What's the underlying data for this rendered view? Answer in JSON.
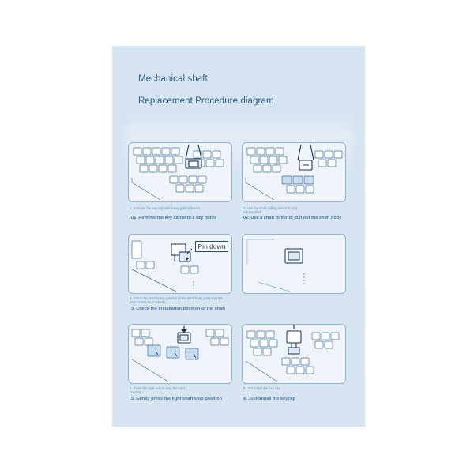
{
  "title": {
    "line1": "Mechanical shaft",
    "line2": "Replacement Procedure diagram"
  },
  "steps": [
    {
      "caption_small": "1. Remove the key cap with a key pulling device",
      "caption_main": "01. Remove the key cap with a key puller"
    },
    {
      "caption_small": "2. Use the shaft pulling device to pull out the shaft",
      "caption_main": "02. Use a shaft puller to pull out the shaft body"
    },
    {
      "caption_small": "3. Check the installation position of the shaft body (note that the pins cannot be crooked)",
      "caption_main": "3. Check the installation position of the shaft",
      "callout": "Pin down"
    },
    {
      "caption_small": "",
      "caption_main": ""
    },
    {
      "caption_small": "5. Press the light axis to stop the card position",
      "caption_main": "5. Gently press the light shaft stop position"
    },
    {
      "caption_small": "6. Just install the key cap",
      "caption_main": "6. Just install the keycap"
    }
  ],
  "colors": {
    "page_background": "#d7e5f2",
    "title": "#2b5c8a",
    "panel_border": "#8fb3d0",
    "line_art": "#3f6f9b"
  }
}
